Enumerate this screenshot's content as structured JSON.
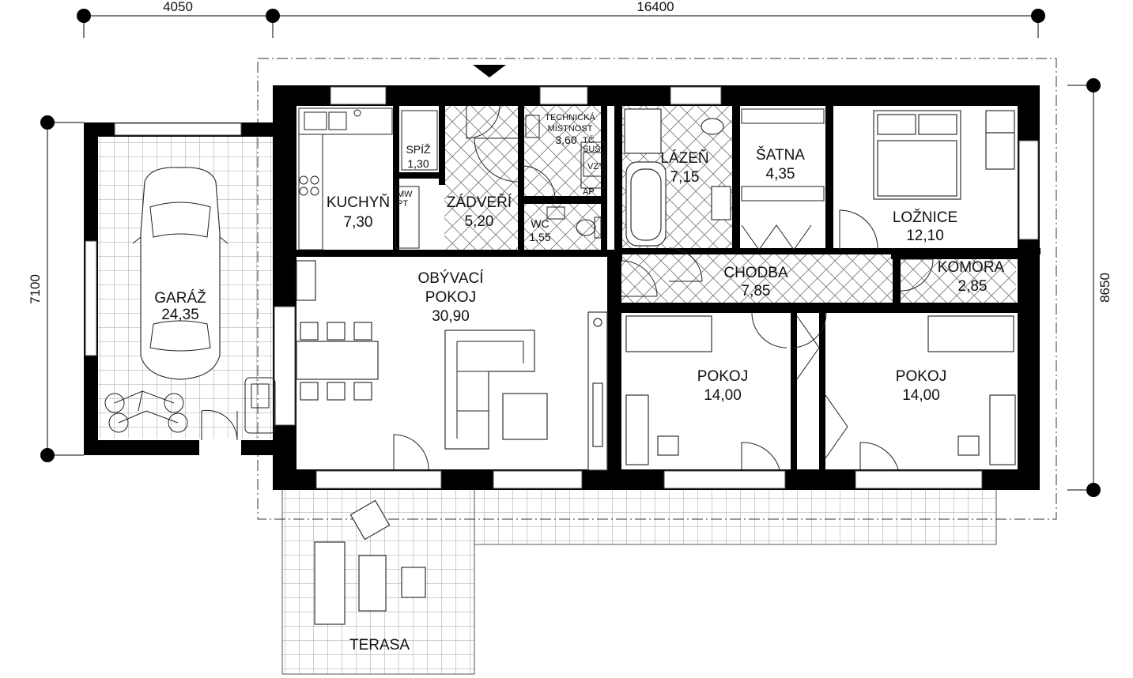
{
  "dimensions": {
    "width_left": "4050",
    "width_main": "16400",
    "height_left": "7100",
    "height_right": "8650"
  },
  "rooms": {
    "garaz": {
      "name": "GARÁŽ",
      "area": "24,35"
    },
    "kuchyn": {
      "name": "KUCHYŇ",
      "area": "7,30"
    },
    "spiz": {
      "name": "SPÍŽ",
      "area": "1,30"
    },
    "zadveri": {
      "name": "ZÁDVEŘÍ",
      "area": "5,20"
    },
    "technicka": {
      "name_line1": "TECHNICKÁ",
      "name_line2": "MÍSTNOST",
      "area": "3,60"
    },
    "wc": {
      "name": "WC",
      "area": "1,55"
    },
    "lazen": {
      "name": "LÁZEŇ",
      "area": "7,15"
    },
    "satna": {
      "name": "ŠATNA",
      "area": "4,35"
    },
    "loznice": {
      "name": "LOŽNICE",
      "area": "12,10"
    },
    "obyvaci": {
      "name_line1": "OBÝVACÍ",
      "name_line2": "POKOJ",
      "area": "30,90"
    },
    "chodba": {
      "name": "CHODBA",
      "area": "7,85"
    },
    "komora": {
      "name": "KOMORA",
      "area": "2,85"
    },
    "pokoj1": {
      "name": "POKOJ",
      "area": "14,00"
    },
    "pokoj2": {
      "name": "POKOJ",
      "area": "14,00"
    },
    "terasa": {
      "name": "TERASA"
    }
  },
  "labels": {
    "mw": "MW",
    "pt": "PT",
    "tc": "TČ",
    "sus": "SUŠ",
    "vzt": "VZT",
    "ap": "AP"
  },
  "colors": {
    "wall": "#000000",
    "line": "#222222",
    "background": "#ffffff"
  }
}
